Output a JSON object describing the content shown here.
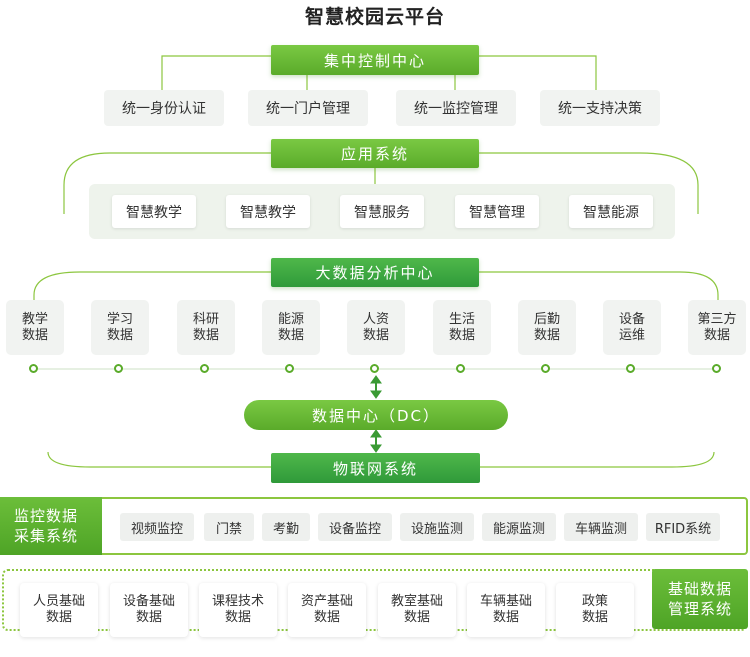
{
  "title": "智慧校园云平台",
  "control_center": {
    "label": "集中控制中心",
    "items": [
      "统一身份认证",
      "统一门户管理",
      "统一监控管理",
      "统一支持决策"
    ]
  },
  "app_system": {
    "label": "应用系统",
    "items": [
      "智慧教学",
      "智慧教学",
      "智慧服务",
      "智慧管理",
      "智慧能源"
    ]
  },
  "analysis_center": {
    "label": "大数据分析中心",
    "items": [
      {
        "line1": "教学",
        "line2": "数据"
      },
      {
        "line1": "学习",
        "line2": "数据"
      },
      {
        "line1": "科研",
        "line2": "数据"
      },
      {
        "line1": "能源",
        "line2": "数据"
      },
      {
        "line1": "人资",
        "line2": "数据"
      },
      {
        "line1": "生活",
        "line2": "数据"
      },
      {
        "line1": "后勤",
        "line2": "数据"
      },
      {
        "line1": "设备",
        "line2": "运维"
      },
      {
        "line1": "第三方",
        "line2": "数据"
      }
    ]
  },
  "data_center": {
    "label": "数据中心（DC）"
  },
  "iot_system": {
    "label": "物联网系统"
  },
  "monitoring": {
    "label_line1": "监控数据",
    "label_line2": "采集系统",
    "items": [
      "视频监控",
      "门禁",
      "考勤",
      "设备监控",
      "设施监测",
      "能源监测",
      "车辆监测",
      "RFID系统"
    ]
  },
  "base_data": {
    "label_line1": "基础数据",
    "label_line2": "管理系统",
    "items": [
      {
        "line1": "人员基础",
        "line2": "数据"
      },
      {
        "line1": "设备基础",
        "line2": "数据"
      },
      {
        "line1": "课程技术",
        "line2": "数据"
      },
      {
        "line1": "资产基础",
        "line2": "数据"
      },
      {
        "line1": "教室基础",
        "line2": "数据"
      },
      {
        "line1": "车辆基础",
        "line2": "数据"
      },
      {
        "line1": "政策",
        "line2": "数据"
      }
    ]
  },
  "colors": {
    "primary_green": "#5aab2a",
    "dark_green": "#2f9a3a",
    "light_panel": "#eef3ec",
    "grey_box": "#f1f3f1"
  }
}
